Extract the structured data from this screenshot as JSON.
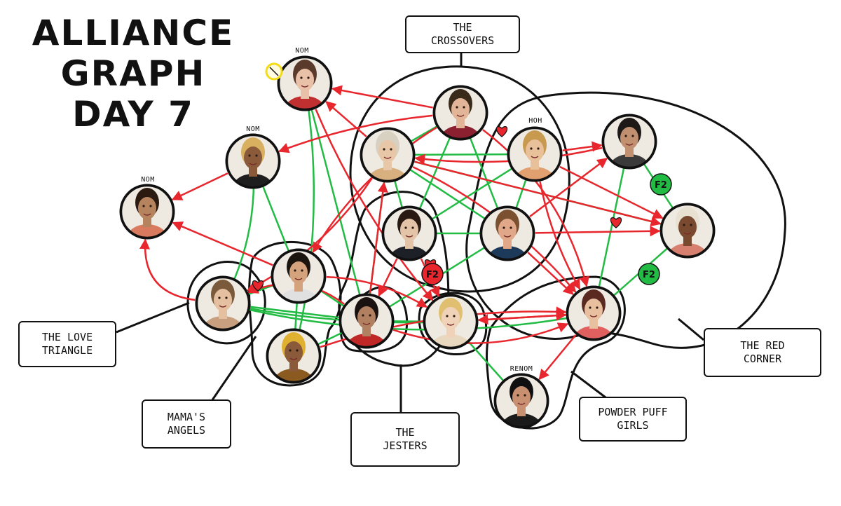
{
  "title": [
    "ALLIANCE",
    "GRAPH",
    "DAY 7"
  ],
  "labels": {
    "crossovers": "THE\nCROSSOVERS",
    "love_triangle": "THE LOVE\nTRIANGLE",
    "mamas_angels": "MAMA'S\nANGELS",
    "jesters": "THE\nJESTERS",
    "red_corner": "THE RED\nCORNER",
    "powder_puff": "POWDER PUFF\nGIRLS"
  },
  "tags": {
    "nom1": "NOM",
    "nom2": "NOM",
    "nom3": "NOM",
    "hoh": "HOH",
    "renom": "RENOM"
  },
  "badges": {
    "f2_a": "F2",
    "f2_b": "F2",
    "f2_c": "F2"
  },
  "colors": {
    "ally": "#22bb44",
    "target": "#e8262d",
    "ink": "#111111",
    "veto": "#f2dc1a"
  }
}
